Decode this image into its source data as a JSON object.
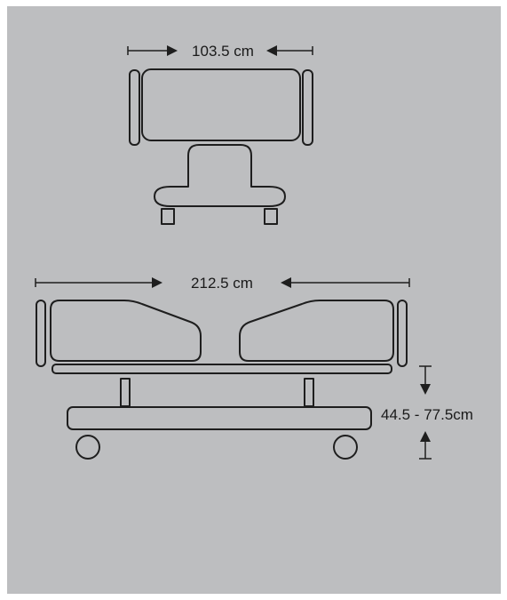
{
  "background_color": "#bdbec0",
  "line_color": "#1e1e1e",
  "head_view": {
    "width_label": "103.5 cm"
  },
  "side_view": {
    "length_label": "212.5 cm",
    "height_label": "44.5 - 77.5cm"
  }
}
